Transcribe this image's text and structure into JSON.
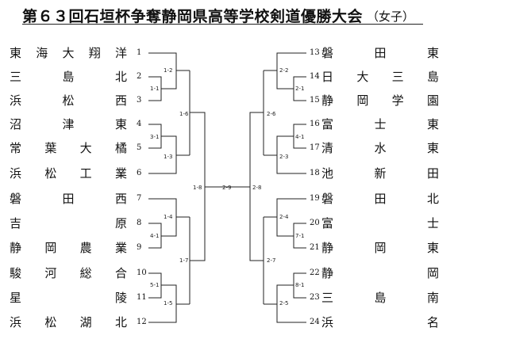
{
  "header": {
    "title": "第６３回石垣杯争奪静岡県高等学校剣道優勝大会",
    "division": "（女子）"
  },
  "left_teams": [
    {
      "seed": "1",
      "name": "東海大翔洋"
    },
    {
      "seed": "2",
      "name": "三島北"
    },
    {
      "seed": "3",
      "name": "浜松西"
    },
    {
      "seed": "4",
      "name": "沼津東"
    },
    {
      "seed": "5",
      "name": "常葉大橘"
    },
    {
      "seed": "6",
      "name": "浜松工業"
    },
    {
      "seed": "7",
      "name": "磐田西"
    },
    {
      "seed": "8",
      "name": "吉原"
    },
    {
      "seed": "9",
      "name": "静岡農業"
    },
    {
      "seed": "10",
      "name": "駿河総合"
    },
    {
      "seed": "11",
      "name": "星陵"
    },
    {
      "seed": "12",
      "name": "浜松湖北"
    }
  ],
  "right_teams": [
    {
      "seed": "13",
      "name": "磐田東"
    },
    {
      "seed": "14",
      "name": "日大三島"
    },
    {
      "seed": "15",
      "name": "静岡学園"
    },
    {
      "seed": "16",
      "name": "富士東"
    },
    {
      "seed": "17",
      "name": "清水東"
    },
    {
      "seed": "18",
      "name": "池新田"
    },
    {
      "seed": "19",
      "name": "磐田北"
    },
    {
      "seed": "20",
      "name": "富士"
    },
    {
      "seed": "21",
      "name": "静岡東"
    },
    {
      "seed": "22",
      "name": "静岡"
    },
    {
      "seed": "23",
      "name": "三島南"
    },
    {
      "seed": "24",
      "name": "浜名"
    }
  ],
  "match_labels": {
    "m1_1": "1-1",
    "m1_2": "1-2",
    "m3_1": "3-1",
    "m1_3": "1-3",
    "m1_4": "1-4",
    "m4_1": "4-1",
    "m1_5": "1-5",
    "m5_1": "5-1",
    "m1_6": "1-6",
    "m1_7": "1-7",
    "m1_8": "1-8",
    "m2_2": "2-2",
    "m2_1": "2-1",
    "m4_1r": "4-1",
    "m2_3": "2-3",
    "m2_4": "2-4",
    "m7_1": "7-1",
    "m8_1": "8-1",
    "m2_5": "2-5",
    "m2_6": "2-6",
    "m2_7": "2-7",
    "m2_8": "2-8",
    "final": "2-9"
  }
}
